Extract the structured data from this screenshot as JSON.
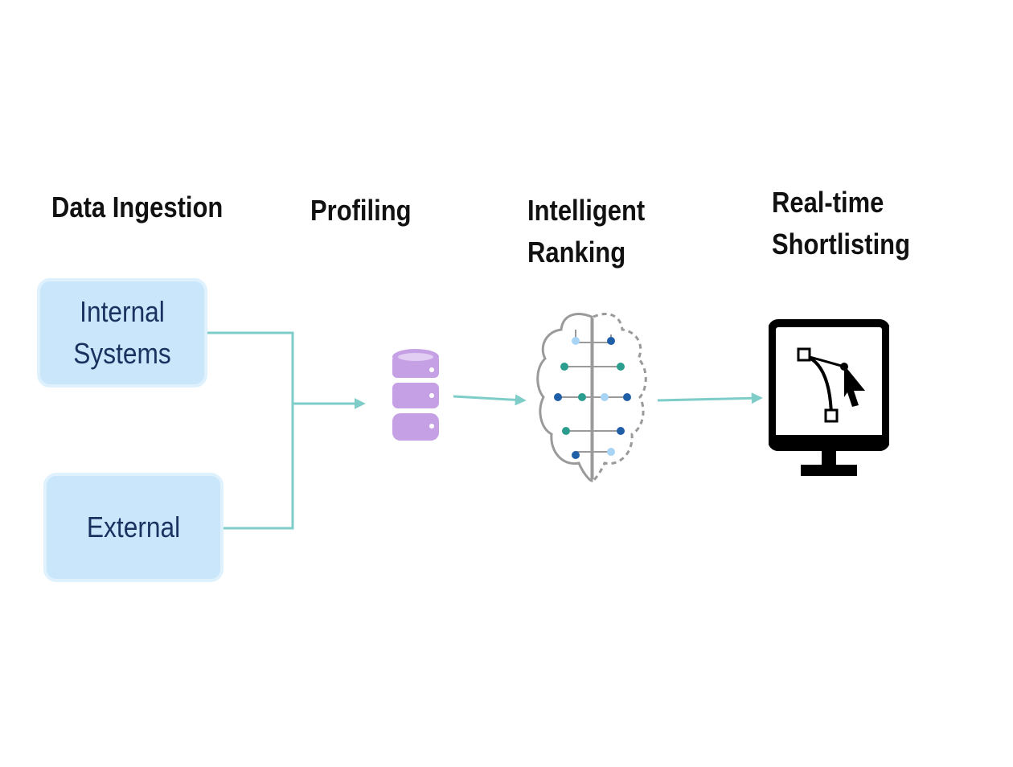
{
  "stages": {
    "ingestion": {
      "title": "Data Ingestion"
    },
    "profiling": {
      "title": "Profiling"
    },
    "ranking": {
      "title_line1": "Intelligent",
      "title_line2": "Ranking"
    },
    "shortlisting": {
      "title_line1": "Real-time",
      "title_line2": "Shortlisting"
    }
  },
  "sources": {
    "internal": {
      "line1": "Internal",
      "line2": "Systems"
    },
    "external": {
      "label": "External"
    }
  },
  "icons": {
    "profiling": "database-icon",
    "ranking": "brain-network-icon",
    "shortlisting": "monitor-cursor-icon"
  },
  "colors": {
    "connector": "#7fcdc8",
    "source_fill": "#c9e6fb",
    "source_text": "#1b3260",
    "database": "#c6a0e4",
    "brain_outline": "#9a9a9a",
    "node_teal": "#2a9d8f",
    "node_blue": "#1f5fa8",
    "node_light": "#a8d4f5",
    "monitor": "#000000"
  }
}
